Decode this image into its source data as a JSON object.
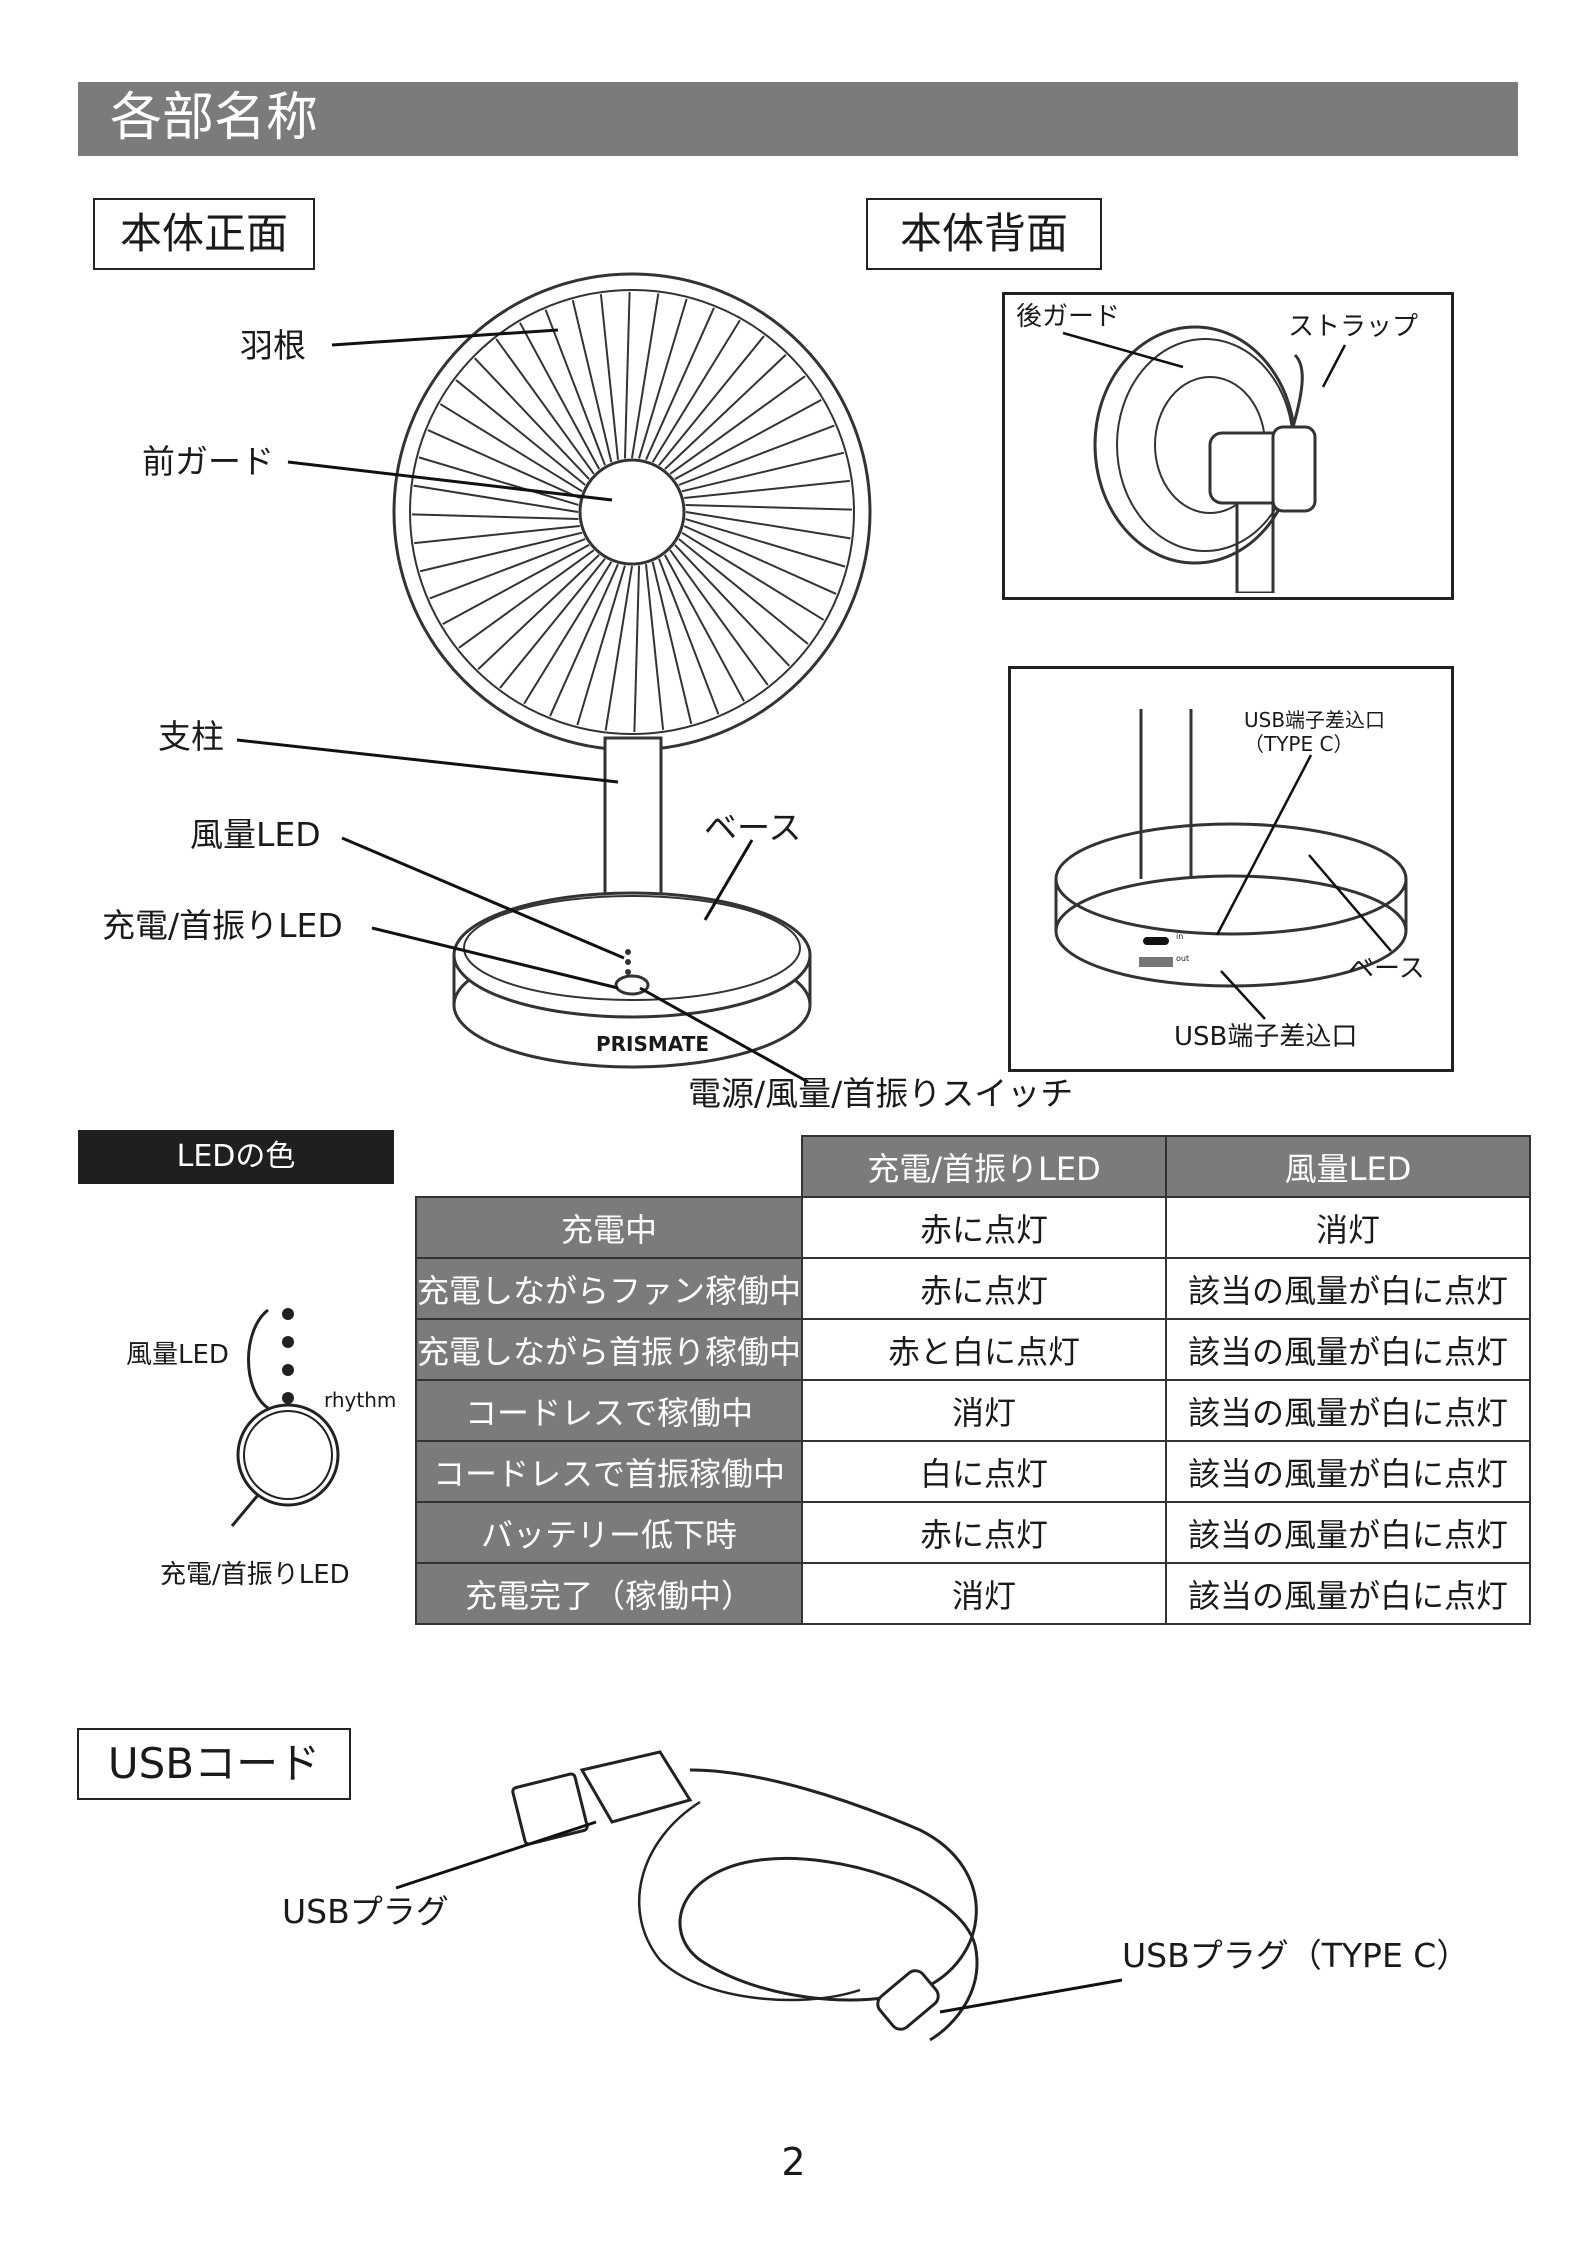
{
  "section_title": "各部名称",
  "front": {
    "title": "本体正面",
    "labels": {
      "blade": "羽根",
      "front_guard": "前ガード",
      "pole": "支柱",
      "fan_led": "風量LED",
      "charge_led": "充電/首振りLED",
      "base": "ベース",
      "switch": "電源/風量/首振りスイッチ",
      "brand": "PRISMATE"
    }
  },
  "back": {
    "title": "本体背面",
    "labels": {
      "rear_guard": "後ガード",
      "strap": "ストラップ",
      "usb_port_typec_line1": "USB端子差込口",
      "usb_port_typec_line2": "（TYPE C）",
      "base": "ベース",
      "usb_port": "USB端子差込口",
      "port_in": "in",
      "port_out": "out"
    }
  },
  "led": {
    "title": "LEDの色",
    "diagram": {
      "fan_led": "風量LED",
      "rhythm": "rhythm",
      "charge_led": "充電/首振りLED"
    },
    "columns": [
      "充電/首振りLED",
      "風量LED"
    ],
    "rows": [
      {
        "state": "充電中",
        "charge": "赤に点灯",
        "fan": "消灯"
      },
      {
        "state": "充電しながらファン稼働中",
        "charge": "赤に点灯",
        "fan": "該当の風量が白に点灯"
      },
      {
        "state": "充電しながら首振り稼働中",
        "charge": "赤と白に点灯",
        "fan": "該当の風量が白に点灯"
      },
      {
        "state": "コードレスで稼働中",
        "charge": "消灯",
        "fan": "該当の風量が白に点灯"
      },
      {
        "state": "コードレスで首振稼働中",
        "charge": "白に点灯",
        "fan": "該当の風量が白に点灯"
      },
      {
        "state": "バッテリー低下時",
        "charge": "赤に点灯",
        "fan": "該当の風量が白に点灯"
      },
      {
        "state": "充電完了（稼働中）",
        "charge": "消灯",
        "fan": "該当の風量が白に点灯"
      }
    ]
  },
  "usb": {
    "title": "USBコード",
    "plug": "USBプラグ",
    "plug_typec": "USBプラグ（TYPE C）"
  },
  "page_number": "2",
  "colors": {
    "bar": "#7b7b7b",
    "dark": "#1f1f1f"
  }
}
